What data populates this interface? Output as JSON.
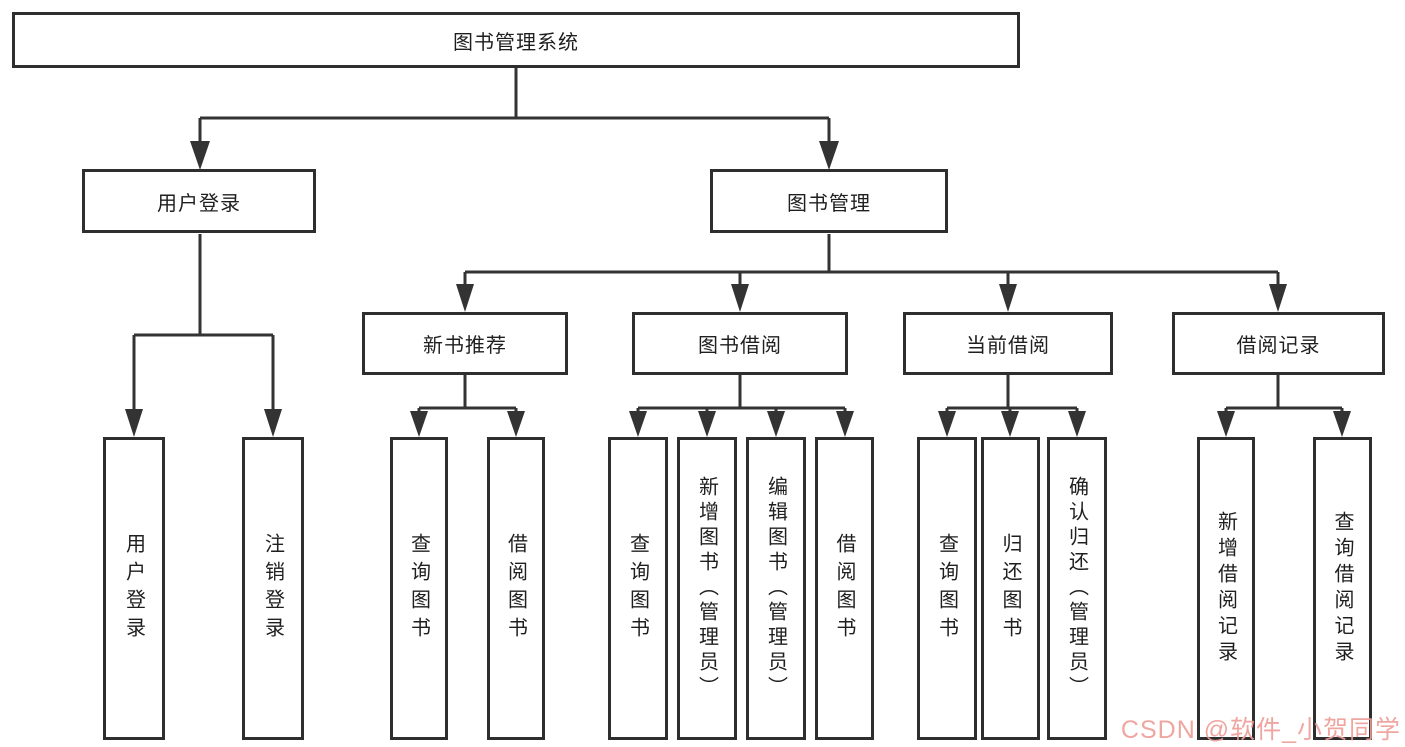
{
  "tree": {
    "root": "图书管理系统",
    "branches": [
      {
        "label": "用户登录",
        "leaves": [
          "用户登录",
          "注销登录"
        ]
      },
      {
        "label": "图书管理",
        "sections": [
          {
            "label": "新书推荐",
            "leaves": [
              "查询图书",
              "借阅图书"
            ]
          },
          {
            "label": "图书借阅",
            "leaves": [
              "查询图书",
              "新增图书（管理员）",
              "编辑图书（管理员）",
              "借阅图书"
            ]
          },
          {
            "label": "当前借阅",
            "leaves": [
              "查询图书",
              "归还图书",
              "确认归还（管理员）"
            ]
          },
          {
            "label": "借阅记录",
            "leaves": [
              "新增借阅记录",
              "查询借阅记录"
            ]
          }
        ]
      }
    ]
  },
  "watermark": {
    "text": "CSDN @软件_小贺同学",
    "color": "#ef9d96"
  },
  "colors": {
    "line": "#333333",
    "box_border": "#2e2e2e",
    "text": "#1f1f1f",
    "background": "#ffffff"
  }
}
